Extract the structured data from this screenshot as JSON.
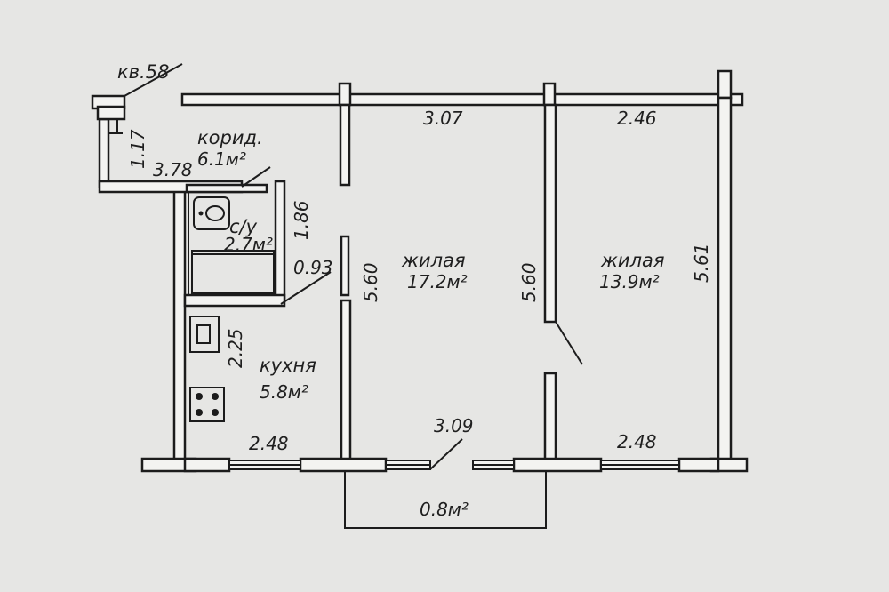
{
  "plan": {
    "apartment_tag": "кв.58",
    "rooms": {
      "corridor": {
        "name": "корид.",
        "area": "6.1м²"
      },
      "bathroom": {
        "name": "с/у",
        "area": "2.7м²"
      },
      "kitchen": {
        "name": "кухня",
        "area": "5.8м²"
      },
      "living_1": {
        "name": "жилая",
        "area": "17.2м²"
      },
      "living_2": {
        "name": "жилая",
        "area": "13.9м²"
      },
      "balcony": {
        "area": "0.8м²"
      }
    },
    "dimensions": {
      "corridor_depth": "1.17",
      "corridor_length": "3.78",
      "bath_length": "1.86",
      "bath_width": "0.93",
      "kitchen_depth": "2.25",
      "kitchen_width": "2.48",
      "room1_width_top": "3.07",
      "room1_depth_left": "5.60",
      "room1_depth_right": "5.60",
      "room1_width_bottom": "3.09",
      "room2_width_top": "2.46",
      "room2_depth": "5.61",
      "room2_width_bottom": "2.48"
    }
  }
}
